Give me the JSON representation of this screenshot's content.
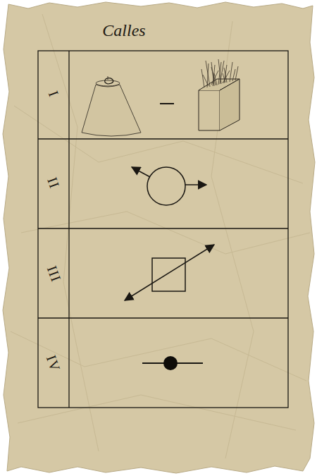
{
  "diagram": {
    "title": "Calles",
    "labels": [
      "I",
      "II",
      "III",
      "IV"
    ]
  }
}
